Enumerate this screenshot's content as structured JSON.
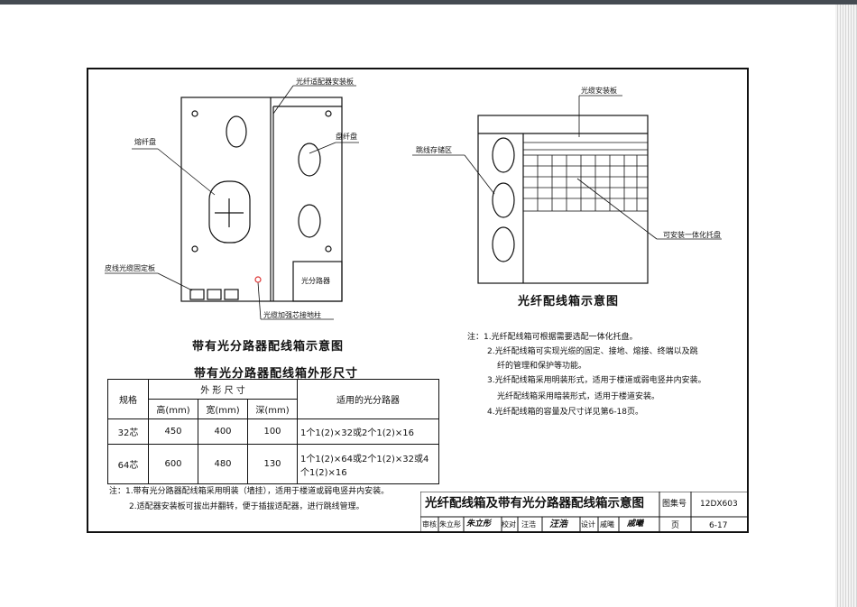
{
  "left_figure": {
    "labels": {
      "top_panel": "光纤适配器安装板",
      "splice_tray": "熔纤盘",
      "coil_tray": "盘纤盘",
      "cable_fixing_plate": "皮线光缆固定板",
      "splitter": "光分路器",
      "grounding": "光缆加强芯接地柱"
    },
    "caption": "带有光分路器配线箱示意图"
  },
  "right_figure": {
    "labels": {
      "mount_plate": "光缆安装板",
      "storage": "跳线存储区",
      "integrated_tray": "可安装一体化托盘"
    },
    "caption": "光纤配线箱示意图"
  },
  "right_notes": {
    "lines": [
      "注：1.光纤配线箱可根据需要选配一体化托盘。",
      "2.光纤配线箱可实现光缆的固定、接地、熔接、终端以及跳",
      "纤的管理和保护等功能。",
      "3.光纤配线箱采用明装形式，适用于楼道或弱电竖井内安装。",
      "光纤配线箱采用暗装形式，适用于楼道安装。",
      "4.光纤配线箱的容量及尺寸详见第6-18页。"
    ]
  },
  "spec_table": {
    "title": "带有光分路器配线箱外形尺寸",
    "header": {
      "spec": "规格",
      "dims": "外 形 尺 寸",
      "h": "高(mm)",
      "w": "宽(mm)",
      "d": "深(mm)",
      "splitter": "适用的光分路器"
    },
    "rows": [
      {
        "spec": "32芯",
        "h": "450",
        "w": "400",
        "d": "100",
        "splitter": "1个1(2)×32或2个1(2)×16"
      },
      {
        "spec": "64芯",
        "h": "600",
        "w": "480",
        "d": "130",
        "splitter": "1个1(2)×64或2个1(2)×32或4个1(2)×16"
      }
    ]
  },
  "left_notes": {
    "lines": [
      "注：1.带有光分路器配线箱采用明装（墙挂），适用于楼道或弱电竖井内安装。",
      "2.适配器安装板可拔出并翻转，便于插拔适配器，进行跳线管理。"
    ]
  },
  "title_block": {
    "title": "光纤配线箱及带有光分路器配线箱示意图",
    "atlas_label": "图集号",
    "atlas_no": "12DX603",
    "row": [
      "审核",
      "朱立彤",
      "朱立彤",
      "校对",
      "汪浩",
      "汪浩",
      "设计",
      "戚曦",
      "戚曦"
    ],
    "page_label": "页",
    "page_no": "6-17"
  }
}
